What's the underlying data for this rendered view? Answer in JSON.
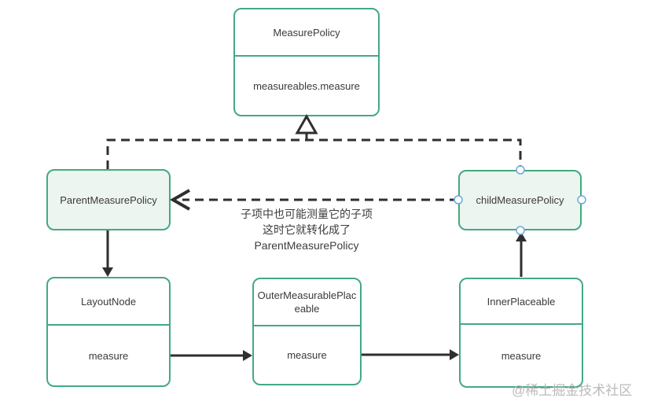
{
  "diagram": {
    "nodes": {
      "measure_policy": {
        "title": "MeasurePolicy",
        "method": "measureables.measure"
      },
      "parent_measure_policy": {
        "title": "ParentMeasurePolicy"
      },
      "child_measure_policy": {
        "title": "childMeasurePolicy"
      },
      "layout_node": {
        "title": "LayoutNode",
        "method": "measure"
      },
      "outer_measurable_placeable": {
        "title_line1": "OuterMeasurablePlac",
        "title_line2": "eable",
        "method": "measure"
      },
      "inner_placeable": {
        "title": "InnerPlaceable",
        "method": "measure"
      }
    },
    "annotation": {
      "line1": "子项中也可能测量它的子项",
      "line2": "这时它就转化成了",
      "line3": "ParentMeasurePolicy"
    },
    "watermark": "@稀土掘金技术社区",
    "colors": {
      "node_border_green": "#44a983",
      "node_fill_white": "#ffffff",
      "node_fill_mint": "#edf5f0",
      "connector_dark": "#2f2f2f",
      "handle_blue": "#6fa8dc",
      "text": "#3a3a3a",
      "watermark_gray": "#b3b3b3"
    }
  }
}
